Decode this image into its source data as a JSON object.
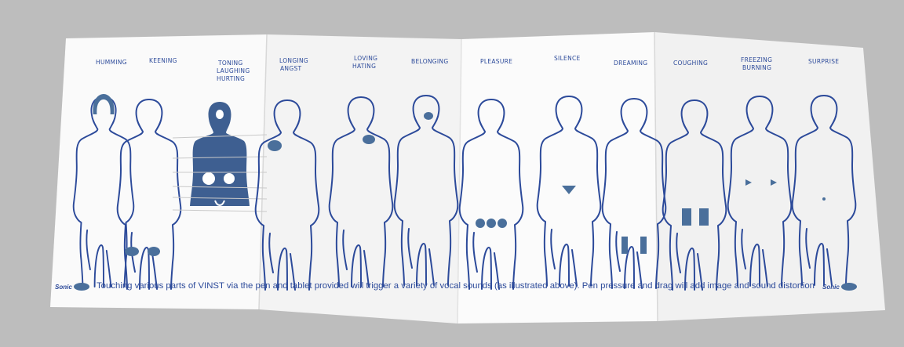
{
  "scene": "photo of a folded white leaflet on a grey background showing 12 outlined human silhouettes with blue markings and sound labels",
  "colors": {
    "background": "#bdbdbd",
    "paper": "#ffffff",
    "ink": "#2c4a9a",
    "fill": "#4a6f9b"
  },
  "labels": {
    "humming": "HUMMING",
    "keening": "KEENING",
    "toning": [
      "TONING",
      "LAUGHING",
      "HURTING"
    ],
    "longing": [
      "LONGING",
      "ANGST"
    ],
    "loving": [
      "LOVING",
      "HATING"
    ],
    "belonging": "BELONGING",
    "pleasure": "PLEASURE",
    "silence": "SILENCE",
    "dreaming": "DREAMING",
    "coughing": "COUGHING",
    "freezing": [
      "FREEZING",
      "BURNING"
    ],
    "surprise": "SURPRISE"
  },
  "caption": "Touching various parts of VINST via the pen and tablet provided will trigger a variety of vocal sounds (as illustrated above). Pen pressure and drag will add image and sound distortion",
  "logo": "Sonic"
}
